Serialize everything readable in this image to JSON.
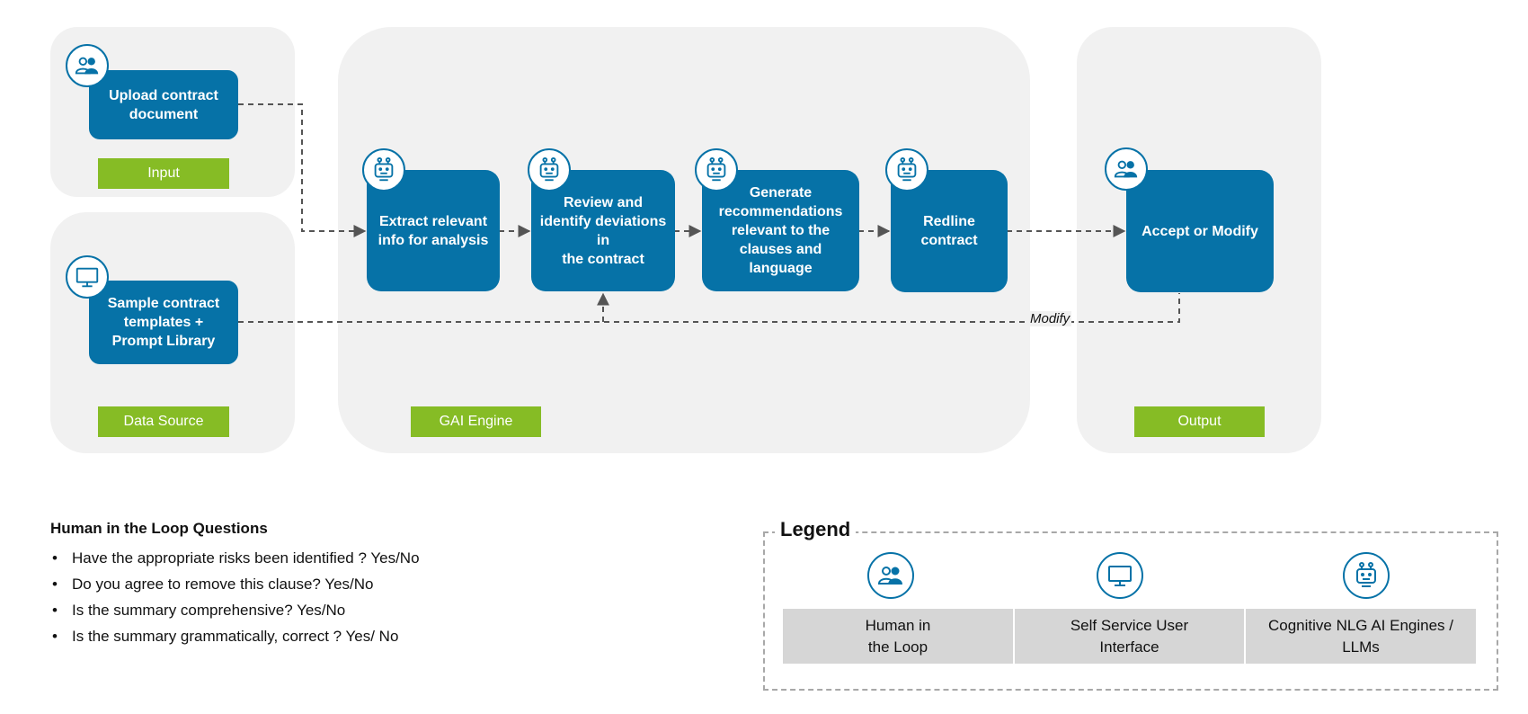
{
  "lanes": {
    "input": "Input",
    "data_source": "Data Source",
    "gai_engine": "GAI Engine",
    "output": "Output"
  },
  "steps": {
    "upload": "Upload contract\ndocument",
    "sample": "Sample contract\ntemplates +\nPrompt Library",
    "extract": "Extract relevant\ninfo for analysis",
    "review": "Review and\nidentify deviations\nin\nthe contract",
    "generate": "Generate\nrecommendations\nrelevant to the\nclauses and language",
    "redline": "Redline\ncontract",
    "accept": "Accept or Modify"
  },
  "modify_label": "Modify",
  "hitl": {
    "title": "Human in the Loop Questions",
    "questions": [
      "Have the appropriate risks been identified ? Yes/No",
      "Do you agree to remove this clause? Yes/No",
      "Is the summary comprehensive? Yes/No",
      "Is the summary grammatically, correct ? Yes/ No"
    ]
  },
  "legend": {
    "title": "Legend",
    "items": [
      {
        "label": "Human in\nthe Loop",
        "icon": "people-icon"
      },
      {
        "label": "Self Service User\nInterface",
        "icon": "monitor-icon"
      },
      {
        "label": "Cognitive NLG AI Engines /\nLLMs",
        "icon": "robot-icon"
      }
    ]
  },
  "colors": {
    "step_blue": "#0672a7",
    "tag_green": "#86bc25",
    "panel_gray": "#f1f1f1",
    "legend_cell_gray": "#d6d6d6",
    "dashed_line": "#555555"
  }
}
